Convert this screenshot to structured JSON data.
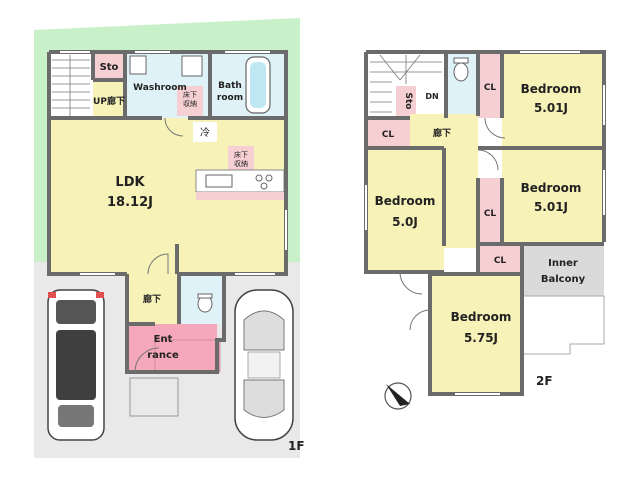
{
  "floor1": {
    "floor_label": "1F",
    "rooms": {
      "storage": "Sto",
      "up_hall": "UP廊下",
      "washroom": "Washroom",
      "under_floor_storage_1": "床下\n収納",
      "bathroom": "Bath\nroom",
      "fridge": "冷",
      "ldk_name": "LDK",
      "ldk_size": "18.12J",
      "under_floor_storage_2": "床下\n収納",
      "hallway": "廊下",
      "entrance": "Ent\nrance"
    }
  },
  "floor2": {
    "floor_label": "2F",
    "rooms": {
      "storage": "Sto",
      "down": "DN",
      "hallway": "廊下",
      "closet_1": "CL",
      "closet_2": "CL",
      "closet_3": "CL",
      "closet_4": "CL",
      "bedroom_ne_name": "Bedroom",
      "bedroom_ne_size": "5.01J",
      "bedroom_e_name": "Bedroom",
      "bedroom_e_size": "5.01J",
      "bedroom_w_name": "Bedroom",
      "bedroom_w_size": "5.0J",
      "bedroom_s_name": "Bedroom",
      "bedroom_s_size": "5.75J",
      "inner_balcony": "Inner\nBalcony"
    }
  },
  "colors": {
    "wall": "#6b6b6b",
    "room_yellow": "#f7f3b8",
    "closet_pink": "#f5cfd2",
    "entrance_pink": "#f4a8b9",
    "wet_blue": "#dff2f8",
    "garden_green": "#c9f1c9",
    "lot_gray": "#e9e9e9",
    "balcony_gray": "#dadada"
  }
}
